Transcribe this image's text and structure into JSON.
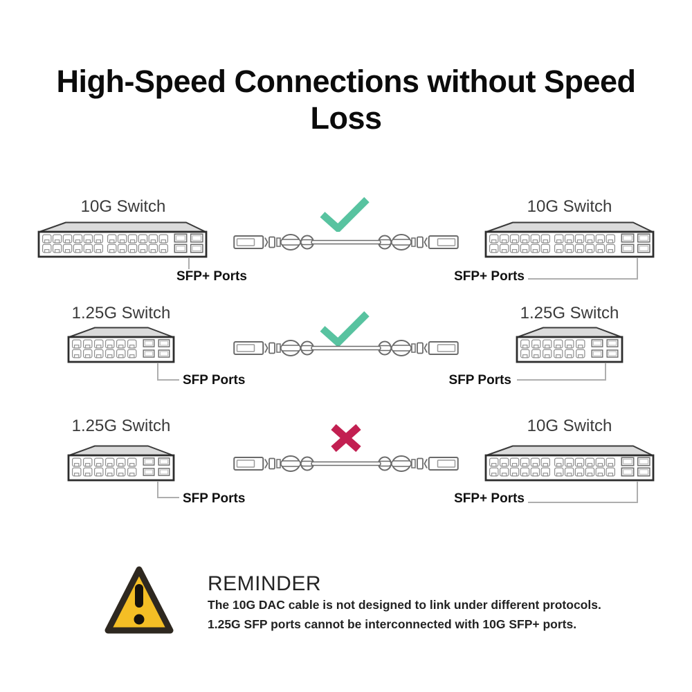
{
  "title": "High-Speed Connections without Speed Loss",
  "rows": [
    {
      "left": {
        "switch_label": "10G Switch",
        "port_label": "SFP+ Ports"
      },
      "result": "pass",
      "right": {
        "switch_label": "10G Switch",
        "port_label": "SFP+ Ports"
      }
    },
    {
      "left": {
        "switch_label": "1.25G Switch",
        "port_label": "SFP Ports"
      },
      "result": "pass",
      "right": {
        "switch_label": "1.25G Switch",
        "port_label": "SFP Ports"
      }
    },
    {
      "left": {
        "switch_label": "1.25G Switch",
        "port_label": "SFP Ports"
      },
      "result": "fail",
      "right": {
        "switch_label": "10G Switch",
        "port_label": "SFP+ Ports"
      }
    }
  ],
  "reminder": {
    "heading": "REMINDER",
    "lines": [
      "The 10G DAC cable is not designed to link under different protocols.",
      "1.25G SFP ports cannot be interconnected with 10G SFP+ ports."
    ]
  },
  "icons": {
    "check": "✓",
    "cross": "✕",
    "warning": "⚠"
  },
  "colors": {
    "check": "#58C3A0",
    "cross": "#C21F51",
    "warning_fill": "#F4BE25",
    "warning_border": "#2E2820",
    "switch_top": "#dbdbdb",
    "outline": "#2d2d2d"
  }
}
